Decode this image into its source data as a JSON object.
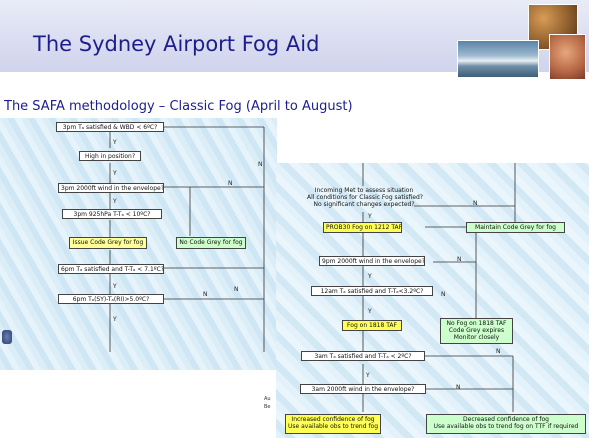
{
  "title": "The Sydney Airport Fog Aid",
  "subtitle": "The SAFA methodology – Classic Fog (April to August)",
  "left_flow": {
    "b1": "3pm Tₐ satisfied & WBD < 6ºC?",
    "b2": "High in position?",
    "b3": "3pm 2000ft wind in the envelope?",
    "b4": "3pm 925hPa T-Tₐ < 10ºC?",
    "b5": "Issue Code Grey for fog",
    "b6": "No Code Grey for fog",
    "b7": "6pm Tₐ satisfied and T-Tₐ < 7.1ºC?",
    "b8": "6pm Tₐ(SY)-Tₐ(RI)>5.0ºC?",
    "y": "Y",
    "n": "N"
  },
  "right_flow": {
    "r1_l1": "Incoming Met to assess situation",
    "r1_l2": "All conditions for Classic Fog satisfied?",
    "r1_l3": "No significant changes expected?",
    "r2": "PROB30 Fog on 1212 TAF",
    "r3": "Maintain Code Grey for fog",
    "r4": "9pm 2000ft wind in the envelope?",
    "r5": "12am Tₐ satisfied and T-Tₐ<3.2ºC?",
    "r6": "Fog on 1818 TAF",
    "r7_l1": "No Fog on 1818 TAF",
    "r7_l2": "Code Grey expires",
    "r7_l3": "Monitor closely",
    "r8": "3am Tₐ satisfied and T-Tₐ < 2ºC?",
    "r9": "3am 2000ft wind in the envelope?",
    "r10_l1": "Increased confidence of fog",
    "r10_l2": "Use available obs to trend fog on TTF",
    "r11_l1": "Decreased confidence of fog",
    "r11_l2": "Use available obs to trend fog on TTF if required",
    "y": "Y",
    "n": "N"
  },
  "footer": {
    "l1": "Au",
    "l2": "Be"
  },
  "colors": {
    "title": "#1d1d8c",
    "yellow": "#ffff99",
    "green": "#ccffcc"
  }
}
